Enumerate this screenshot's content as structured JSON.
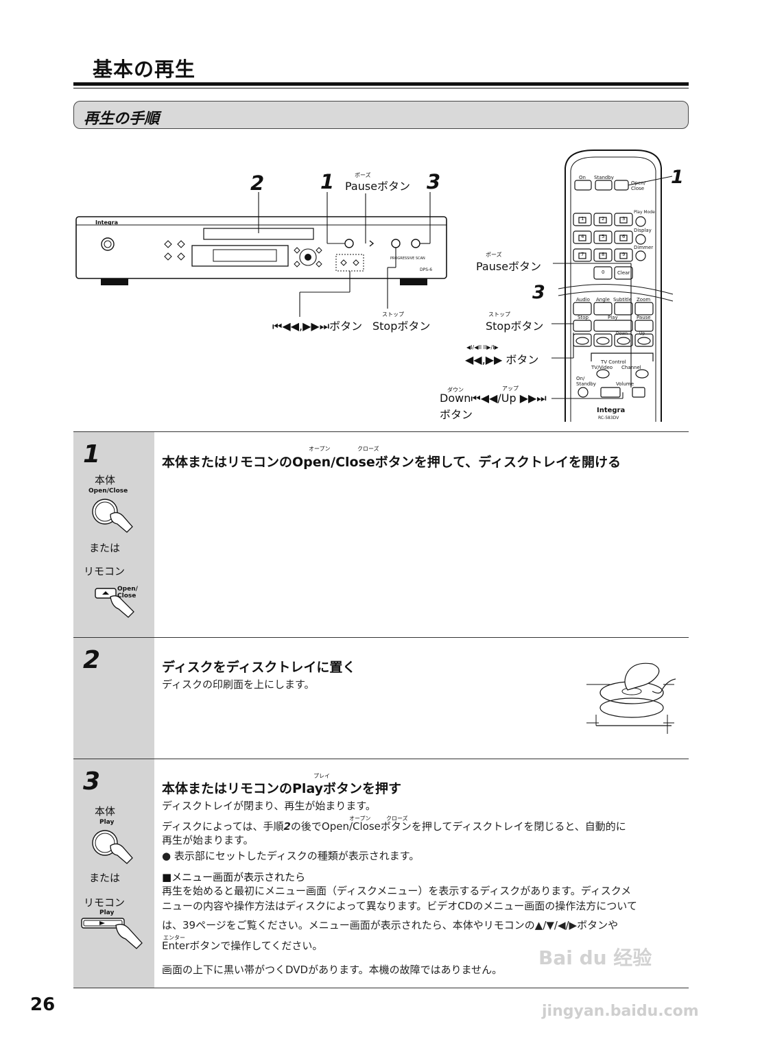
{
  "page": {
    "title": "基本の再生",
    "section_title": "再生の手順",
    "number": "26"
  },
  "player_figure": {
    "callout_2": "2",
    "callout_1": "1",
    "callout_3": "3",
    "pause_ruby": "ポーズ",
    "pause_label": "Pauseボタン",
    "stop_ruby": "ストップ",
    "stop_label": "Stopボタン",
    "skip_label": "⏮◀◀,▶▶⏭ボタン",
    "brand": "Integra",
    "model": "DPS-6",
    "panel_text": "PROGRESSIVE SCAN"
  },
  "remote_figure": {
    "callout_1": "1",
    "callout_3": "3",
    "pause_ruby": "ポーズ",
    "pause_label": "Pauseボタン",
    "stop_ruby": "ストップ",
    "stop_label": "Stopボタン",
    "search_ruby": "◀I/◀II  II▶/I▶",
    "search_label": "◀◀,▶▶ ボタン",
    "down_ruby": "ダウン",
    "up_ruby": "アップ",
    "downup_label": "Down⏮◀◀/Up ▶▶⏭",
    "downup_label2": "ボタン",
    "brand": "Integra",
    "model": "RC-583DV",
    "keys": {
      "on": "On",
      "standby": "Standby",
      "open_close": "Open/\nClose",
      "play_mode": "Play Mode",
      "display": "Display",
      "dimmer": "Dimmer",
      "digits": [
        "1",
        "2",
        "3",
        "4",
        "5",
        "6",
        "7",
        "8",
        "9",
        "0"
      ],
      "clear": "Clear",
      "audio": "Audio",
      "angle": "Angle",
      "subtitle": "Subtitle",
      "zoom": "Zoom",
      "stop": "Stop",
      "play": "Play",
      "pause": "Pause",
      "down": "Down",
      "up": "Up",
      "tv_control": "TV Control",
      "tv_video": "TV/Video",
      "channel": "Channel",
      "on_standby": "On/\nStandby",
      "volume": "Volume"
    }
  },
  "steps": [
    {
      "number": "1",
      "left_main": "本体",
      "left_main_sub": "Open/Close",
      "left_or": "または",
      "left_remote": "リモコン",
      "left_remote_sub": "Open/\nClose",
      "ruby_a": "オープン",
      "ruby_b": "クローズ",
      "heading": "本体またはリモコンのOpen/Closeボタンを押して、ディスクトレイを開ける"
    },
    {
      "number": "2",
      "heading": "ディスクをディスクトレイに置く",
      "body": "ディスクの印刷面を上にします。"
    },
    {
      "number": "3",
      "left_main": "本体",
      "left_main_sub": "Play",
      "left_or": "または",
      "left_remote": "リモコン",
      "left_remote_sub": "Play",
      "ruby_a": "プレイ",
      "heading": "本体またはリモコンのPlayボタンを押す",
      "p1": "ディスクトレイが閉まり、再生が始まります。",
      "p2_ruby_a": "オープン",
      "p2_ruby_b": "クローズ",
      "p2_a": "ディスクによっては、手順",
      "p2_step": "2",
      "p2_b": "の後でOpen/Closeボタンを押してディスクトレイを閉じると、自動的に",
      "p2_c": "再生が始まります。",
      "p3": "● 表示部にセットしたディスクの種類が表示されます。",
      "sub_heading": "■メニュー画面が表示されたら",
      "p4_a": "再生を始めると最初にメニュー画面（ディスクメニュー）を表示するディスクがあります。ディスクメ",
      "p4_b": "ニューの内容や操作方法はディスクによって異なります。ビデオCDのメニュー画面の操作法方について",
      "p4_c": "は、39ページをご覧ください。メニュー画面が表示されたら、本体やリモコンの▲/▼/◀/▶ボタンや",
      "p4_ruby": "エンター",
      "p4_d": "Enterボタンで操作してください。",
      "p5": "画面の上下に黒い帯がつくDVDがあります。本機の故障ではありません。"
    }
  ],
  "watermark": {
    "logo": "Bai du 经验",
    "url": "jingyan.baidu.com"
  }
}
